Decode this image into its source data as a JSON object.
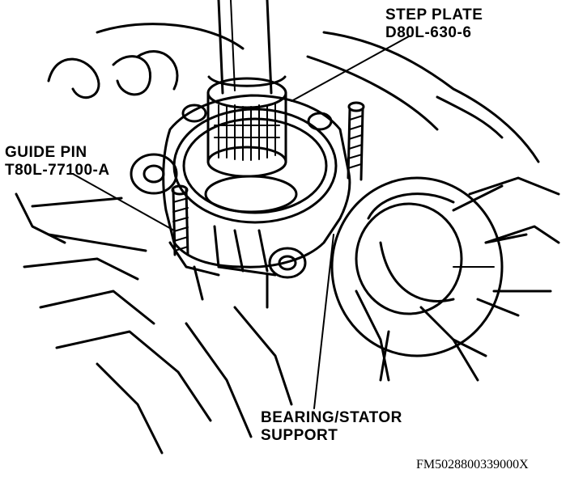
{
  "callouts": {
    "step_plate": {
      "name": "STEP PLATE",
      "part_number": "D80L-630-6"
    },
    "guide_pin": {
      "name": "GUIDE PIN",
      "part_number": "T80L-77100-A"
    },
    "bearing_support": {
      "line1": "BEARING/STATOR",
      "line2": "SUPPORT"
    }
  },
  "figure_id": "FM5028800339000X",
  "colors": {
    "ink": "#000000",
    "paper": "#ffffff"
  }
}
